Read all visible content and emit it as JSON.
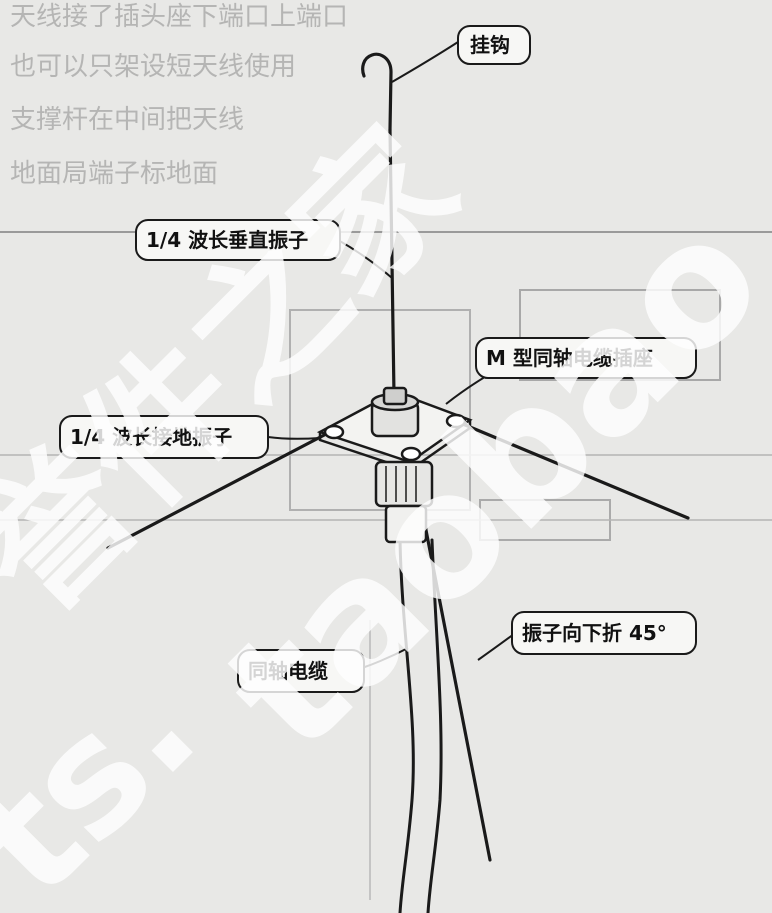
{
  "labels": {
    "hook": "挂钩",
    "vertical_element": "1/4 波长垂直振子",
    "connector": "M 型同轴电缆插座",
    "ground_element": "1/4 波长接地振子",
    "bend_note": "振子向下折 45°",
    "coax_cable": "同轴电缆"
  },
  "background_text": [
    "天线接了插头座下端口上端口",
    "也可以只架设短天线使用",
    "支撑杆在中间把天线",
    "地面局端子标地面"
  ],
  "watermark": {
    "line1": "誉件之家",
    "line2": "taobao",
    "line3": "ts."
  },
  "colors": {
    "paper": "#e8e8e6",
    "ink": "#1a1a1a",
    "watermark": "#ffffff"
  }
}
